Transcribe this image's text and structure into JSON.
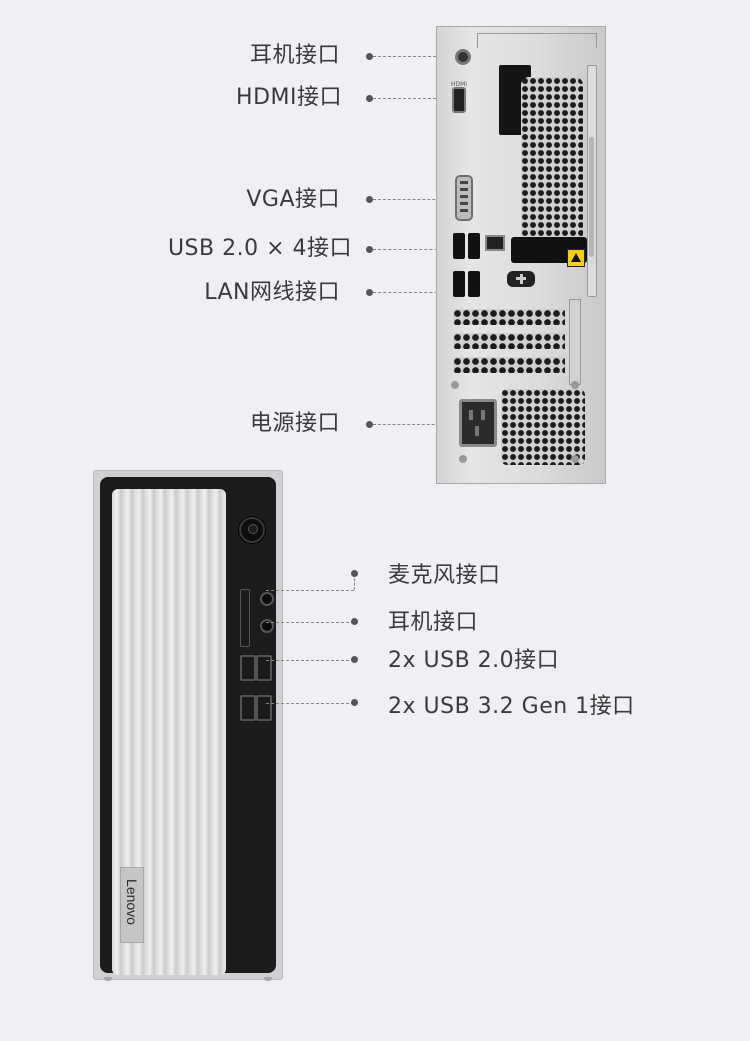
{
  "rear_labels": [
    {
      "text": "耳机接口"
    },
    {
      "text": "HDMI接口"
    },
    {
      "text": "VGA接口"
    },
    {
      "text": "USB 2.0 × 4接口"
    },
    {
      "text": "LAN网线接口"
    },
    {
      "text": "电源接口"
    }
  ],
  "front_labels": [
    {
      "text": "麦克风接口"
    },
    {
      "text": "耳机接口"
    },
    {
      "text": "2x USB 2.0接口"
    },
    {
      "text": "2x USB 3.2 Gen 1接口"
    }
  ],
  "brand_logo": "Lenovo",
  "rear_port_marks": {
    "hdmi": "HDMI"
  }
}
